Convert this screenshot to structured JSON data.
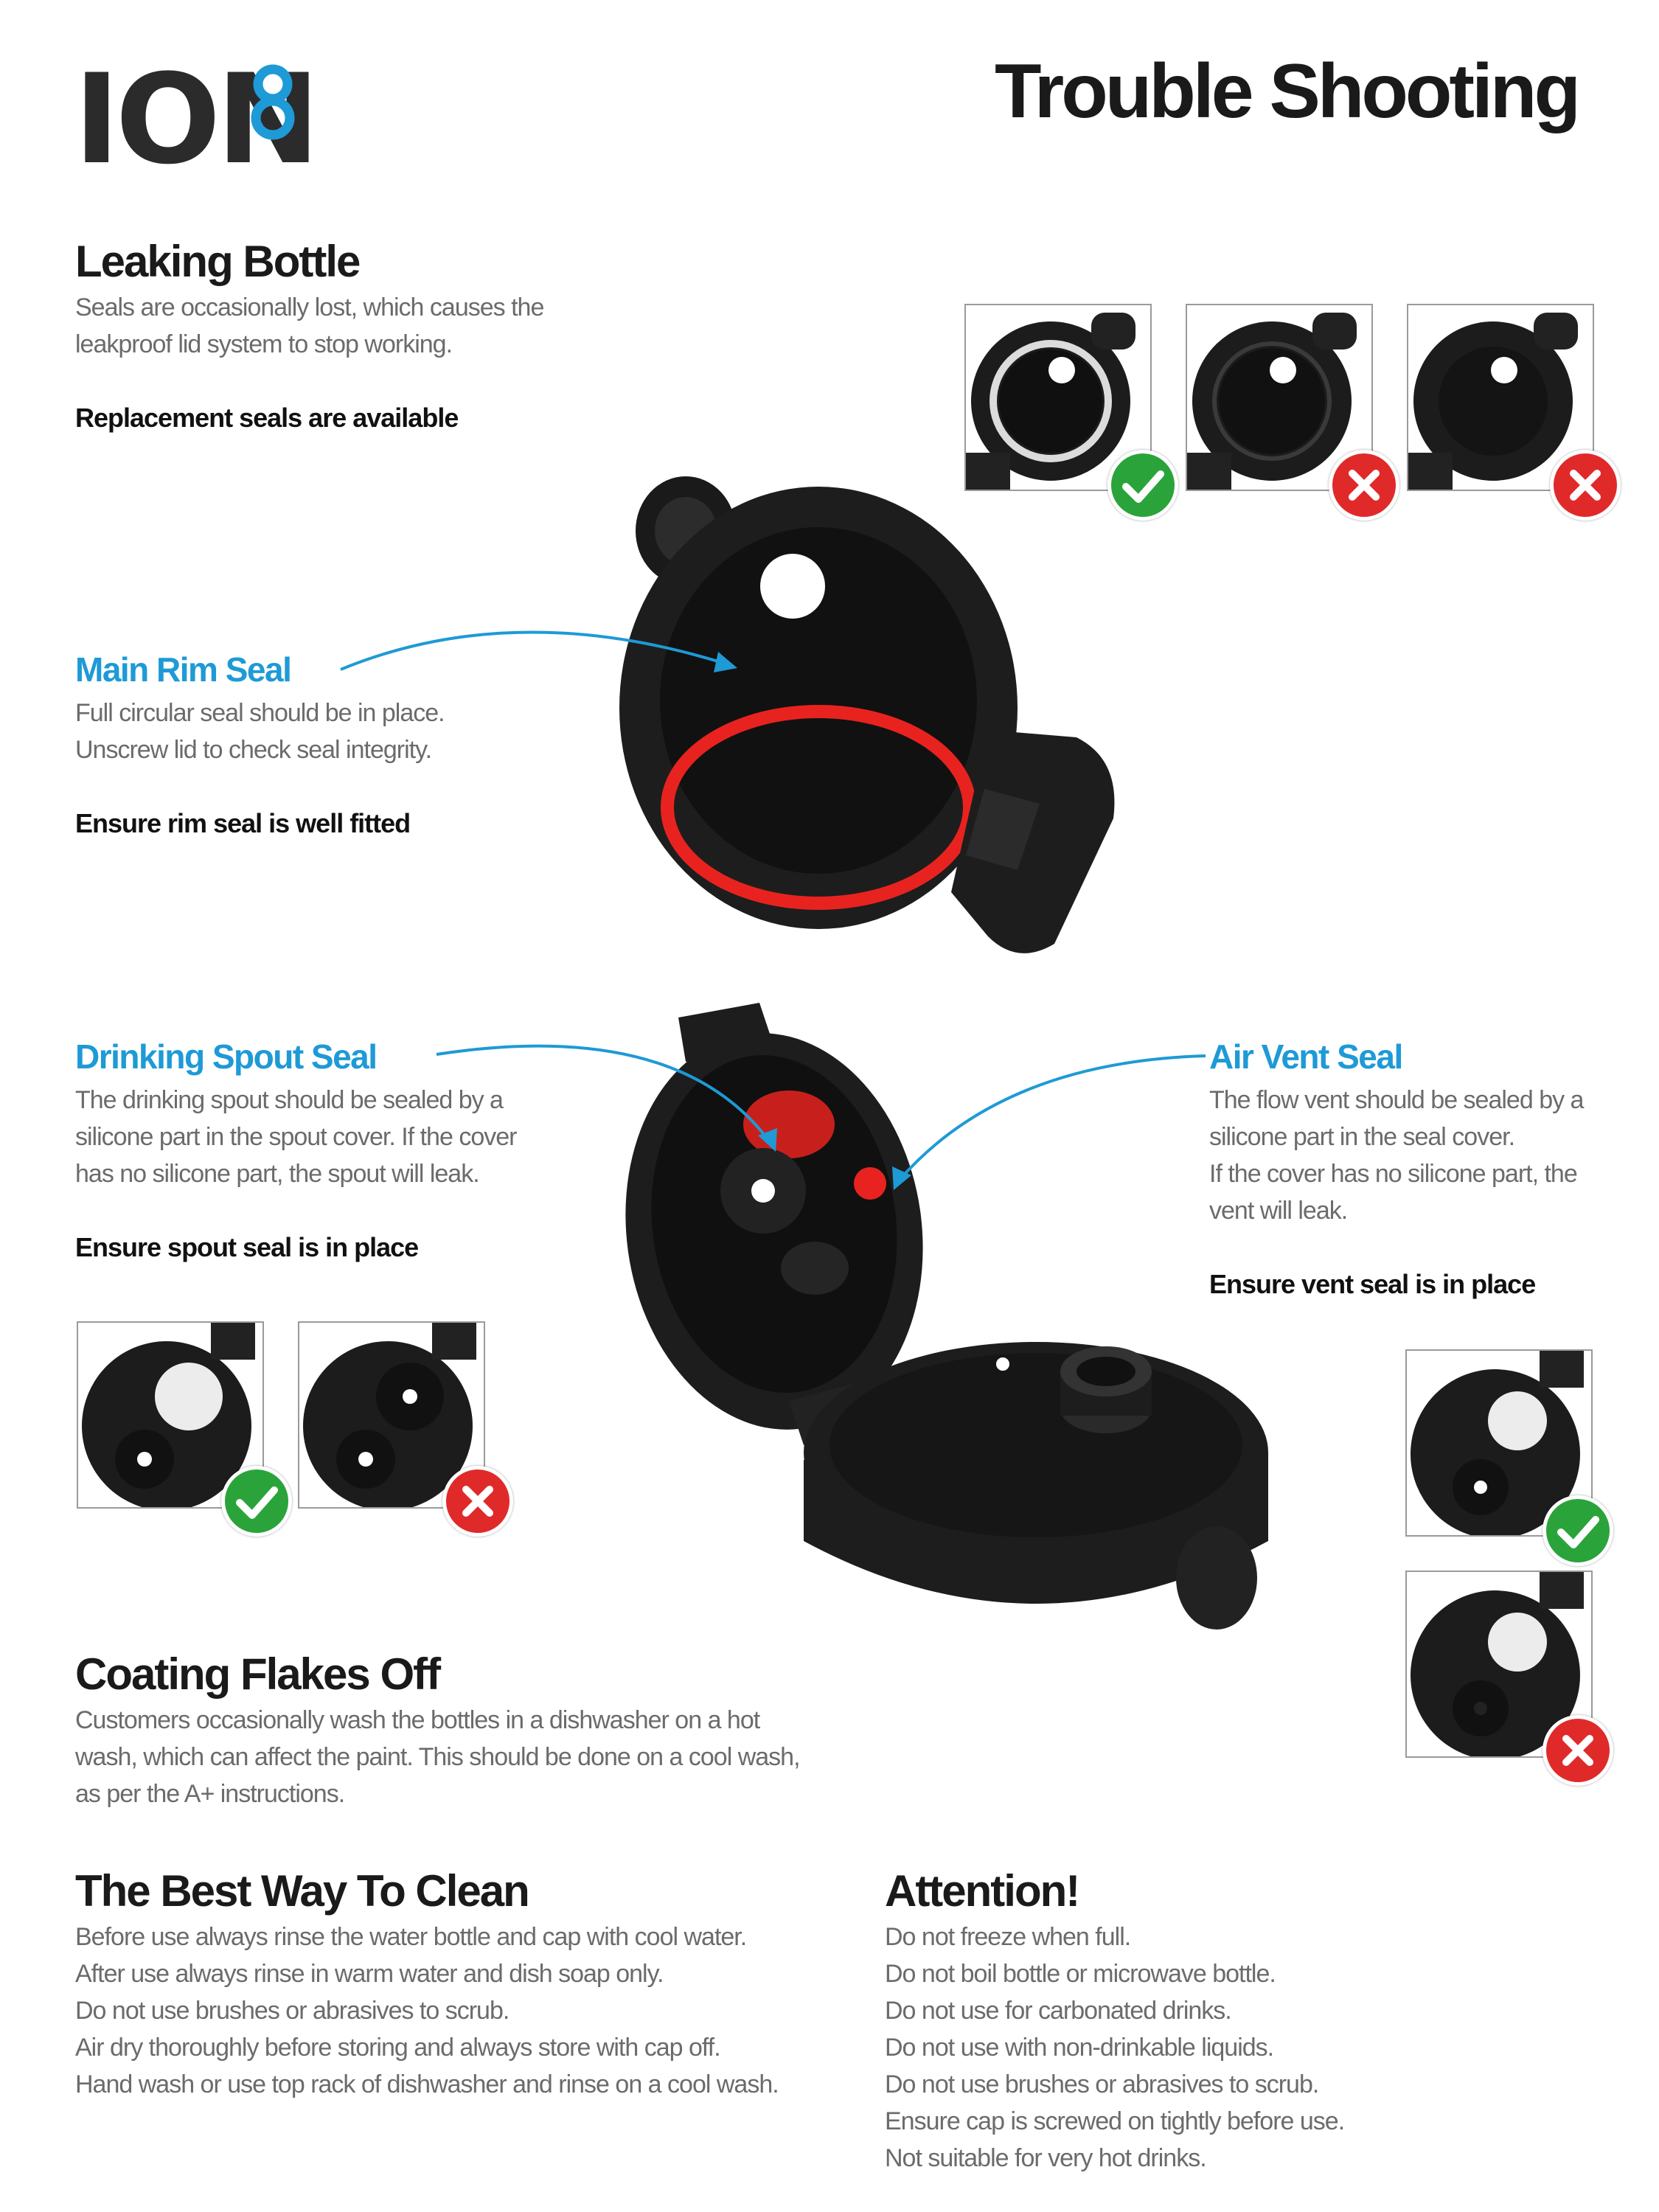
{
  "header": {
    "logo_text": "ION",
    "logo_alt": "ION8",
    "title": "Trouble Shooting"
  },
  "leaking": {
    "heading": "Leaking Bottle",
    "lines": [
      "Seals are occasionally lost, which causes the",
      "leakproof lid system to stop working."
    ],
    "note": "Replacement seals are available"
  },
  "main_rim": {
    "heading": "Main Rim Seal",
    "lines": [
      "Full circular seal should be in place.",
      "Unscrew lid to check seal integrity."
    ],
    "note": "Ensure rim seal is well fitted"
  },
  "spout": {
    "heading": "Drinking Spout Seal",
    "lines": [
      "The drinking spout should be sealed by a",
      "silicone part in the spout cover. If the cover",
      "has no silicone part, the spout will leak."
    ],
    "note": "Ensure spout seal is in place"
  },
  "vent": {
    "heading": "Air Vent Seal",
    "lines": [
      "The flow vent should be sealed by a",
      "silicone part in the seal cover.",
      "If the cover has no silicone part, the",
      "vent will leak."
    ],
    "note": "Ensure vent seal is in place"
  },
  "coating": {
    "heading": "Coating Flakes Off",
    "lines": [
      "Customers occasionally wash the bottles in a dishwasher on a hot",
      "wash, which can affect the paint. This should be done on a cool wash,",
      "as per the A+ instructions."
    ]
  },
  "clean": {
    "heading": "The Best Way To Clean",
    "lines": [
      "Before use always rinse the water bottle and cap with cool water.",
      "After use always rinse in warm water and dish soap only.",
      "Do not use brushes or abrasives to scrub.",
      "Air dry thoroughly before storing and always store with cap off.",
      "Hand wash or use top rack of dishwasher and rinse on a cool wash."
    ]
  },
  "attention": {
    "heading": "Attention!",
    "lines": [
      "Do not freeze when full.",
      "Do not boil bottle or microwave bottle.",
      "Do not use for carbonated drinks.",
      "Do not use with non-drinkable liquids.",
      "Do not use brushes or abrasives to scrub.",
      "Ensure cap is screwed on tightly before use.",
      "Not suitable for very hot drinks."
    ]
  },
  "colors": {
    "accent": "#1e9ad6",
    "seal_red": "#e8231f",
    "ok": "#2aa43a",
    "bad": "#e02a2a",
    "lid": "#1c1c1c"
  }
}
